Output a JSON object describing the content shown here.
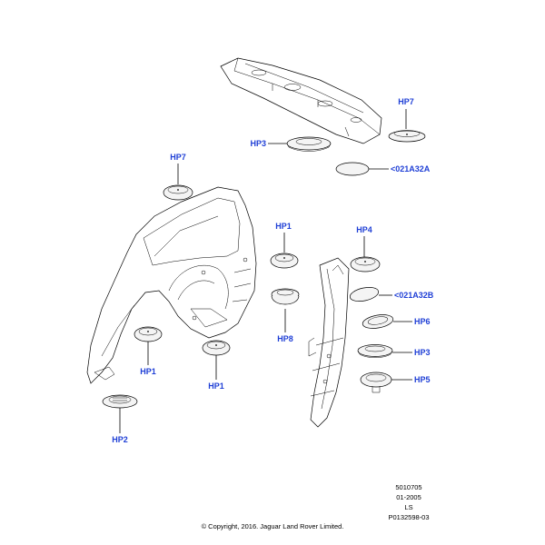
{
  "callouts": {
    "hp7_top_right": "HP7",
    "hp3_top": "HP3",
    "a32a": "<021A32A",
    "hp7_left": "HP7",
    "hp1_center": "HP1",
    "hp4": "HP4",
    "a32b": "<021A32B",
    "hp8": "HP8",
    "hp6": "HP6",
    "hp3_right": "HP3",
    "hp5": "HP5",
    "hp1_left": "HP1",
    "hp1_mid": "HP1",
    "hp2": "HP2"
  },
  "footer": {
    "ref1": "5010705",
    "ref2": "01-2005",
    "ref3": "LS",
    "ref4": "P0132598-03",
    "copyright": "© Copyright, 2016. Jaguar Land Rover Limited."
  },
  "colors": {
    "callout": "#1f3fd6",
    "line": "#000000"
  }
}
